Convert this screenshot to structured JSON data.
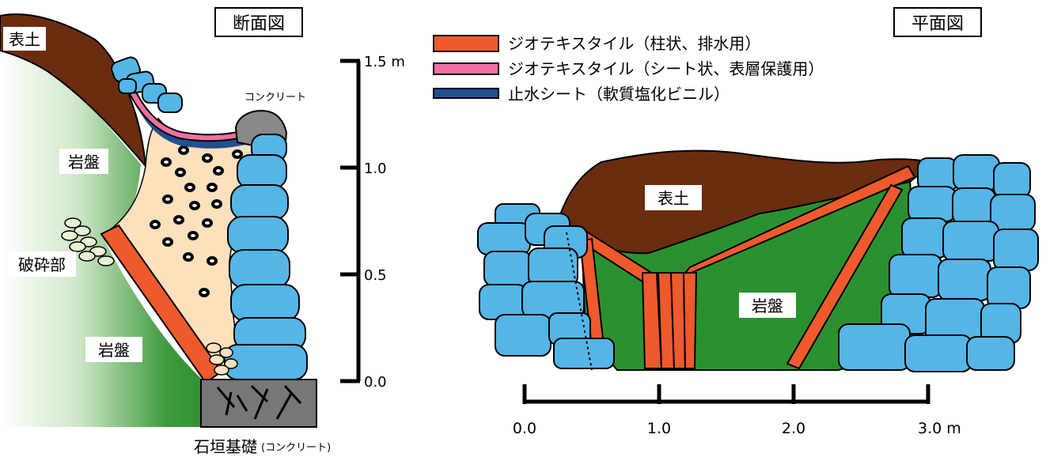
{
  "section": {
    "title": "断面図",
    "label_topsoil": "表土",
    "label_rock_upper": "岩盤",
    "label_fracture": "破砕部",
    "label_rock_lower": "岩盤",
    "label_concrete": "コンクリート",
    "label_foundation": "石垣基礎",
    "label_foundation_note": "(コンクリート)",
    "scale_ticks": [
      "1.5 m",
      "1.0",
      "0.5",
      "0.0"
    ]
  },
  "plan": {
    "title": "平面図",
    "label_topsoil": "表土",
    "label_rock": "岩盤",
    "scale_ticks": [
      "0.0",
      "1.0",
      "2.0",
      "3.0  m"
    ]
  },
  "legend": {
    "items": [
      {
        "text": "ジオテキスタイル（柱状、排水用）",
        "color": "#ee5a2b"
      },
      {
        "text": "ジオテキスタイル（シート状、表層保護用）",
        "color": "#ef6fa2"
      },
      {
        "text": "止水シート（軟質塩化ビニル）",
        "color": "#234e92"
      }
    ]
  },
  "colors": {
    "stone": "#55b5e6",
    "rock": "#2b9130",
    "topsoil": "#6b2d0f",
    "fill": "#fde1bd",
    "geotextile_column": "#ee5a2b",
    "concrete": "#888888"
  }
}
